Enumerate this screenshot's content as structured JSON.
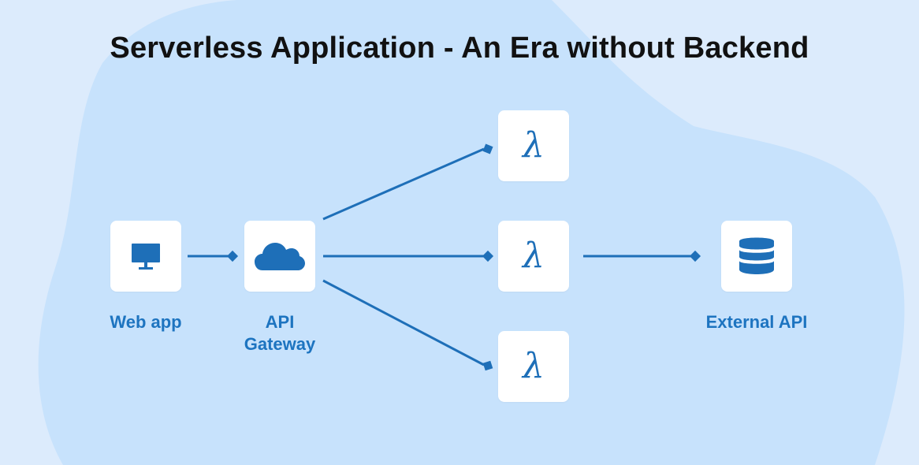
{
  "title": "Serverless Application - An Era without Backend",
  "colors": {
    "background": "#dcebfc",
    "blob": "#c7e2fc",
    "accent": "#1e6fb8",
    "label": "#1d74c0",
    "box": "#ffffff"
  },
  "nodes": {
    "web_app": {
      "icon": "monitor-icon",
      "label": "Web app"
    },
    "api_gateway": {
      "icon": "cloud-icon",
      "label_line1": "API",
      "label_line2": "Gateway"
    },
    "lambda_top": {
      "symbol": "λ"
    },
    "lambda_middle": {
      "symbol": "λ"
    },
    "lambda_bottom": {
      "symbol": "λ"
    },
    "external_api": {
      "icon": "database-icon",
      "label": "External API"
    }
  }
}
